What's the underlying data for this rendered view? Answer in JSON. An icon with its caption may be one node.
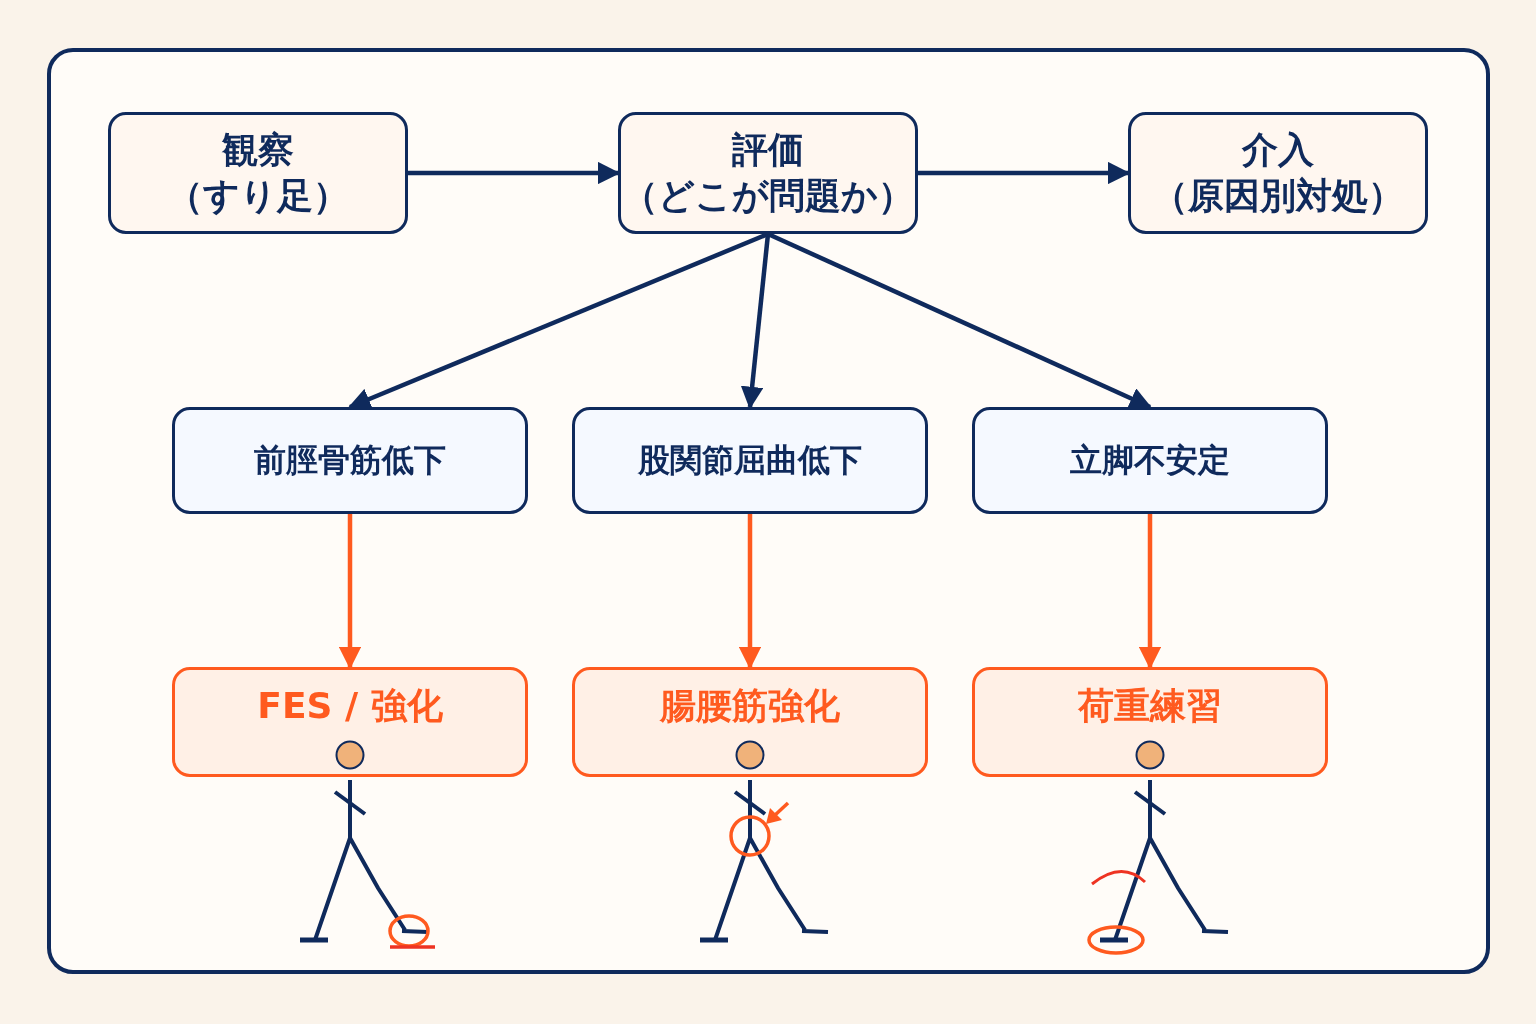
{
  "diagram": {
    "nodes": [
      {
        "text": [
          "観察",
          "（すり足）"
        ]
      },
      {
        "text": [
          "評価",
          "（どこが問題か）"
        ]
      },
      {
        "text": [
          "介入",
          "（原因別対処）"
        ]
      },
      {
        "text": [
          "前脛骨筋低下"
        ]
      },
      {
        "text": [
          "股関節屈曲低下"
        ]
      },
      {
        "text": [
          "立脚不安定"
        ]
      },
      {
        "text": [
          "FES / 強化"
        ]
      },
      {
        "text": [
          "腸腰筋強化"
        ]
      },
      {
        "text": [
          "荷重練習"
        ]
      }
    ],
    "edges": [
      {
        "from": 0,
        "to": 1,
        "arrow": "to"
      },
      {
        "from": 1,
        "to": 2,
        "arrow": "to"
      },
      {
        "from": 1,
        "to": 3,
        "arrow": "to"
      },
      {
        "from": 1,
        "to": 4,
        "arrow": "to"
      },
      {
        "from": 1,
        "to": 5,
        "arrow": "to"
      },
      {
        "from": 3,
        "to": 6,
        "arrow": "to",
        "color": "#ff5a1f"
      },
      {
        "from": 4,
        "to": 7,
        "arrow": "to",
        "color": "#ff5a1f"
      },
      {
        "from": 5,
        "to": 8,
        "arrow": "to",
        "color": "#ff5a1f"
      }
    ]
  }
}
